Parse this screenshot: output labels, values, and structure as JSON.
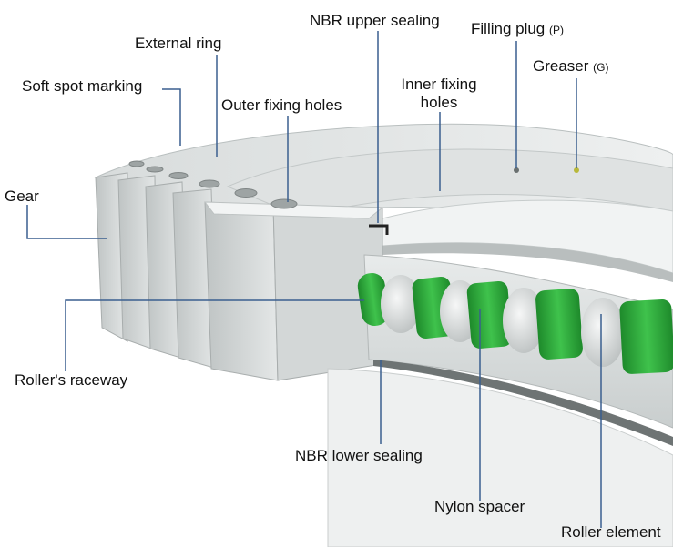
{
  "labels": {
    "external_ring": "External ring",
    "soft_spot_marking": "Soft spot marking",
    "outer_fixing_holes": "Outer fixing holes",
    "nbr_upper_sealing": "NBR upper sealing",
    "filling_plug": "Filling plug",
    "filling_plug_code": "(P)",
    "greaser": "Greaser",
    "greaser_code": "(G)",
    "inner_fixing_holes_line1": "Inner fixing",
    "inner_fixing_holes_line2": "holes",
    "gear": "Gear",
    "rollers_raceway": "Roller's raceway",
    "nbr_lower_sealing": "NBR lower sealing",
    "nylon_spacer": "Nylon spacer",
    "roller_element": "Roller element"
  },
  "colors": {
    "steel_light": "#e9ecec",
    "steel_mid": "#cfd4d4",
    "steel_dark": "#9aa0a0",
    "spacer_green": "#2fae3c",
    "roller_grey": "#d9dcdc",
    "leader_blue": "#3a5f8f"
  }
}
